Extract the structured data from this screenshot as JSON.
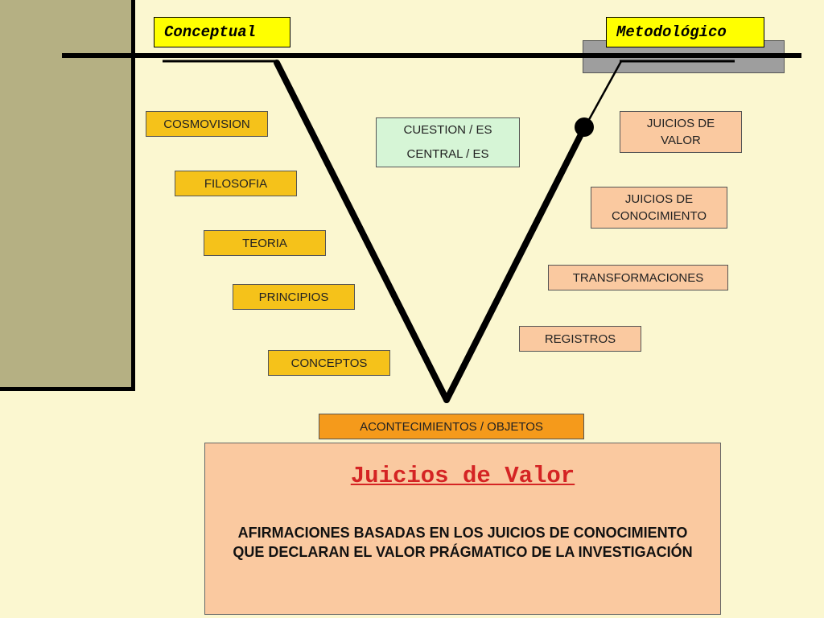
{
  "headers": {
    "conceptual": "Conceptual",
    "metodologico": "Metodológico"
  },
  "conceptual_items": [
    "COSMOVISION",
    "FILOSOFIA",
    "TEORIA",
    "PRINCIPIOS",
    "CONCEPTOS"
  ],
  "central_question": {
    "line1": "CUESTION / ES",
    "line2": "CENTRAL / ES"
  },
  "methodological_items": {
    "juicios_valor": "JUICIOS DE VALOR",
    "juicios_conocimiento": "JUICIOS DE CONOCIMIENTO",
    "transformaciones": "TRANSFORMACIONES",
    "registros": "REGISTROS"
  },
  "base": "ACONTECIMIENTOS / OBJETOS",
  "panel": {
    "title": "Juicios de Valor",
    "text": "AFIRMACIONES BASADAS EN LOS JUICIOS DE CONOCIMIENTO QUE DECLARAN EL VALOR PRÁGMATICO DE LA INVESTIGACIÓN"
  }
}
